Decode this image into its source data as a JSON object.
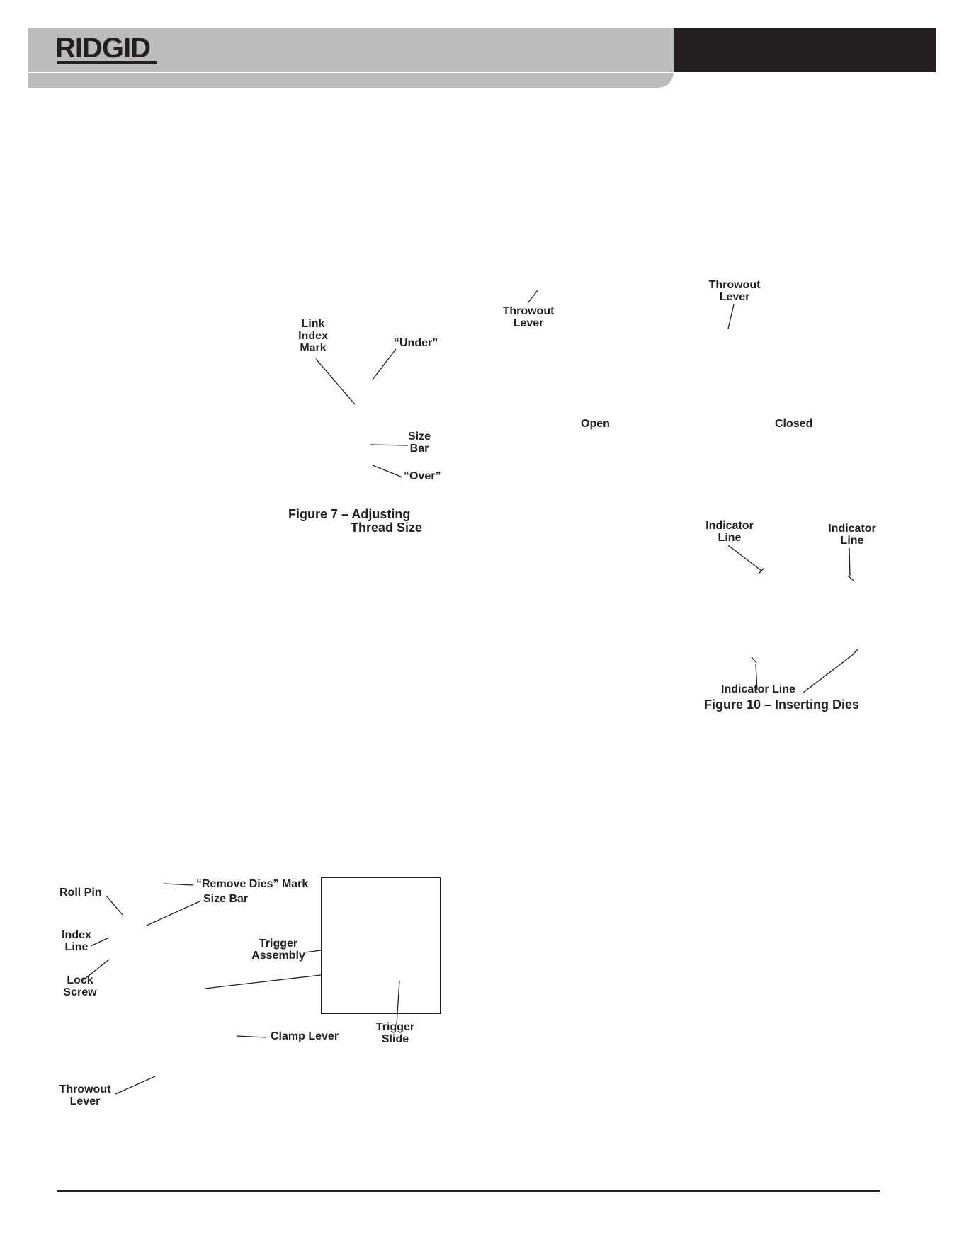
{
  "header": {
    "logo_text": "RIDGID"
  },
  "figure7": {
    "caption_line1": "Figure 7 – Adjusting",
    "caption_line2": "Thread Size",
    "labels": {
      "link_index_mark": "Link\nIndex\nMark",
      "under": "“Under”",
      "size_bar": "Size\nBar",
      "over": "“Over”"
    }
  },
  "throwout_figure": {
    "labels": {
      "throwout_lever_open": "Throwout\nLever",
      "throwout_lever_closed": "Throwout\nLever",
      "open": "Open",
      "closed": "Closed"
    }
  },
  "figure10": {
    "caption": "Figure 10 – Inserting Dies",
    "labels": {
      "indicator_line_left": "Indicator\nLine",
      "indicator_line_right": "Indicator\nLine",
      "indicator_line_bottom": "Indicator Line"
    }
  },
  "die_head_figure": {
    "labels": {
      "roll_pin": "Roll Pin",
      "remove_dies_mark": "“Remove Dies” Mark",
      "size_bar": "Size Bar",
      "index_line": "Index\nLine",
      "lock_screw": "Lock\nScrew",
      "trigger_assembly": "Trigger\nAssembly",
      "clamp_lever": "Clamp Lever",
      "trigger_slide": "Trigger\nSlide",
      "throwout_lever": "Throwout\nLever"
    }
  }
}
